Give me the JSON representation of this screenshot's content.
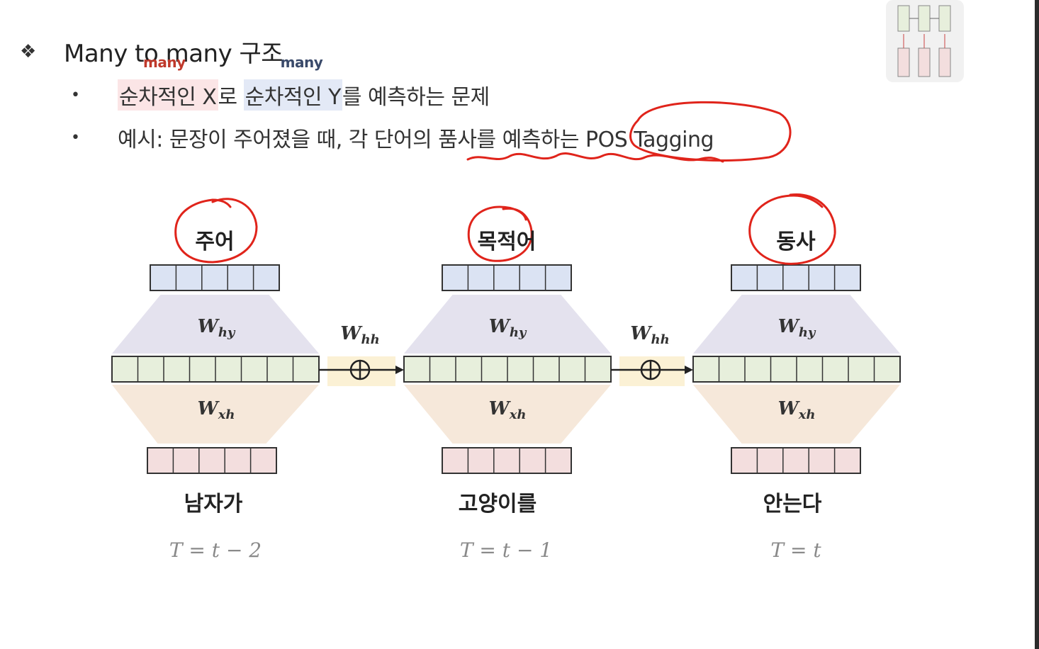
{
  "slide": {
    "title_bullet": "❖",
    "title": "Many to many 구조",
    "bullets": [
      {
        "marker": "•",
        "x_part": "순차적인 X",
        "joiner": "로 ",
        "y_part": "순차적인 Y",
        "rest": "를 예측하는 문제",
        "annot_x": "many",
        "annot_y": "many"
      },
      {
        "marker": "•",
        "text": "예시: 문장이 주어졌을 때, 각 단어의 품사를 예측하는 POS Tagging"
      }
    ]
  },
  "diagram": {
    "steps": [
      {
        "output": "주어",
        "input": "남자가",
        "w_out": "W",
        "w_out_sub": "hy",
        "w_in": "W",
        "w_in_sub": "xh",
        "time": "T = t − 2"
      },
      {
        "output": "목적어",
        "input": "고양이를",
        "w_out": "W",
        "w_out_sub": "hy",
        "w_in": "W",
        "w_in_sub": "xh",
        "time": "T = t − 1"
      },
      {
        "output": "동사",
        "input": "안는다",
        "w_out": "W",
        "w_out_sub": "hy",
        "w_in": "W",
        "w_in_sub": "xh",
        "time": "T = t"
      }
    ],
    "recurrent": [
      {
        "w": "W",
        "sub": "hh",
        "op": "⊕"
      },
      {
        "w": "W",
        "sub": "hh",
        "op": "⊕"
      }
    ],
    "colors": {
      "output_cells": "#dbe3f3",
      "hidden_cells": "#e7efdc",
      "input_cells": "#f3dede",
      "trap_top": "#e4e2ee",
      "trap_bottom": "#f6e8da",
      "connector": "#fbf1d5",
      "ink": "#e0241b"
    }
  }
}
